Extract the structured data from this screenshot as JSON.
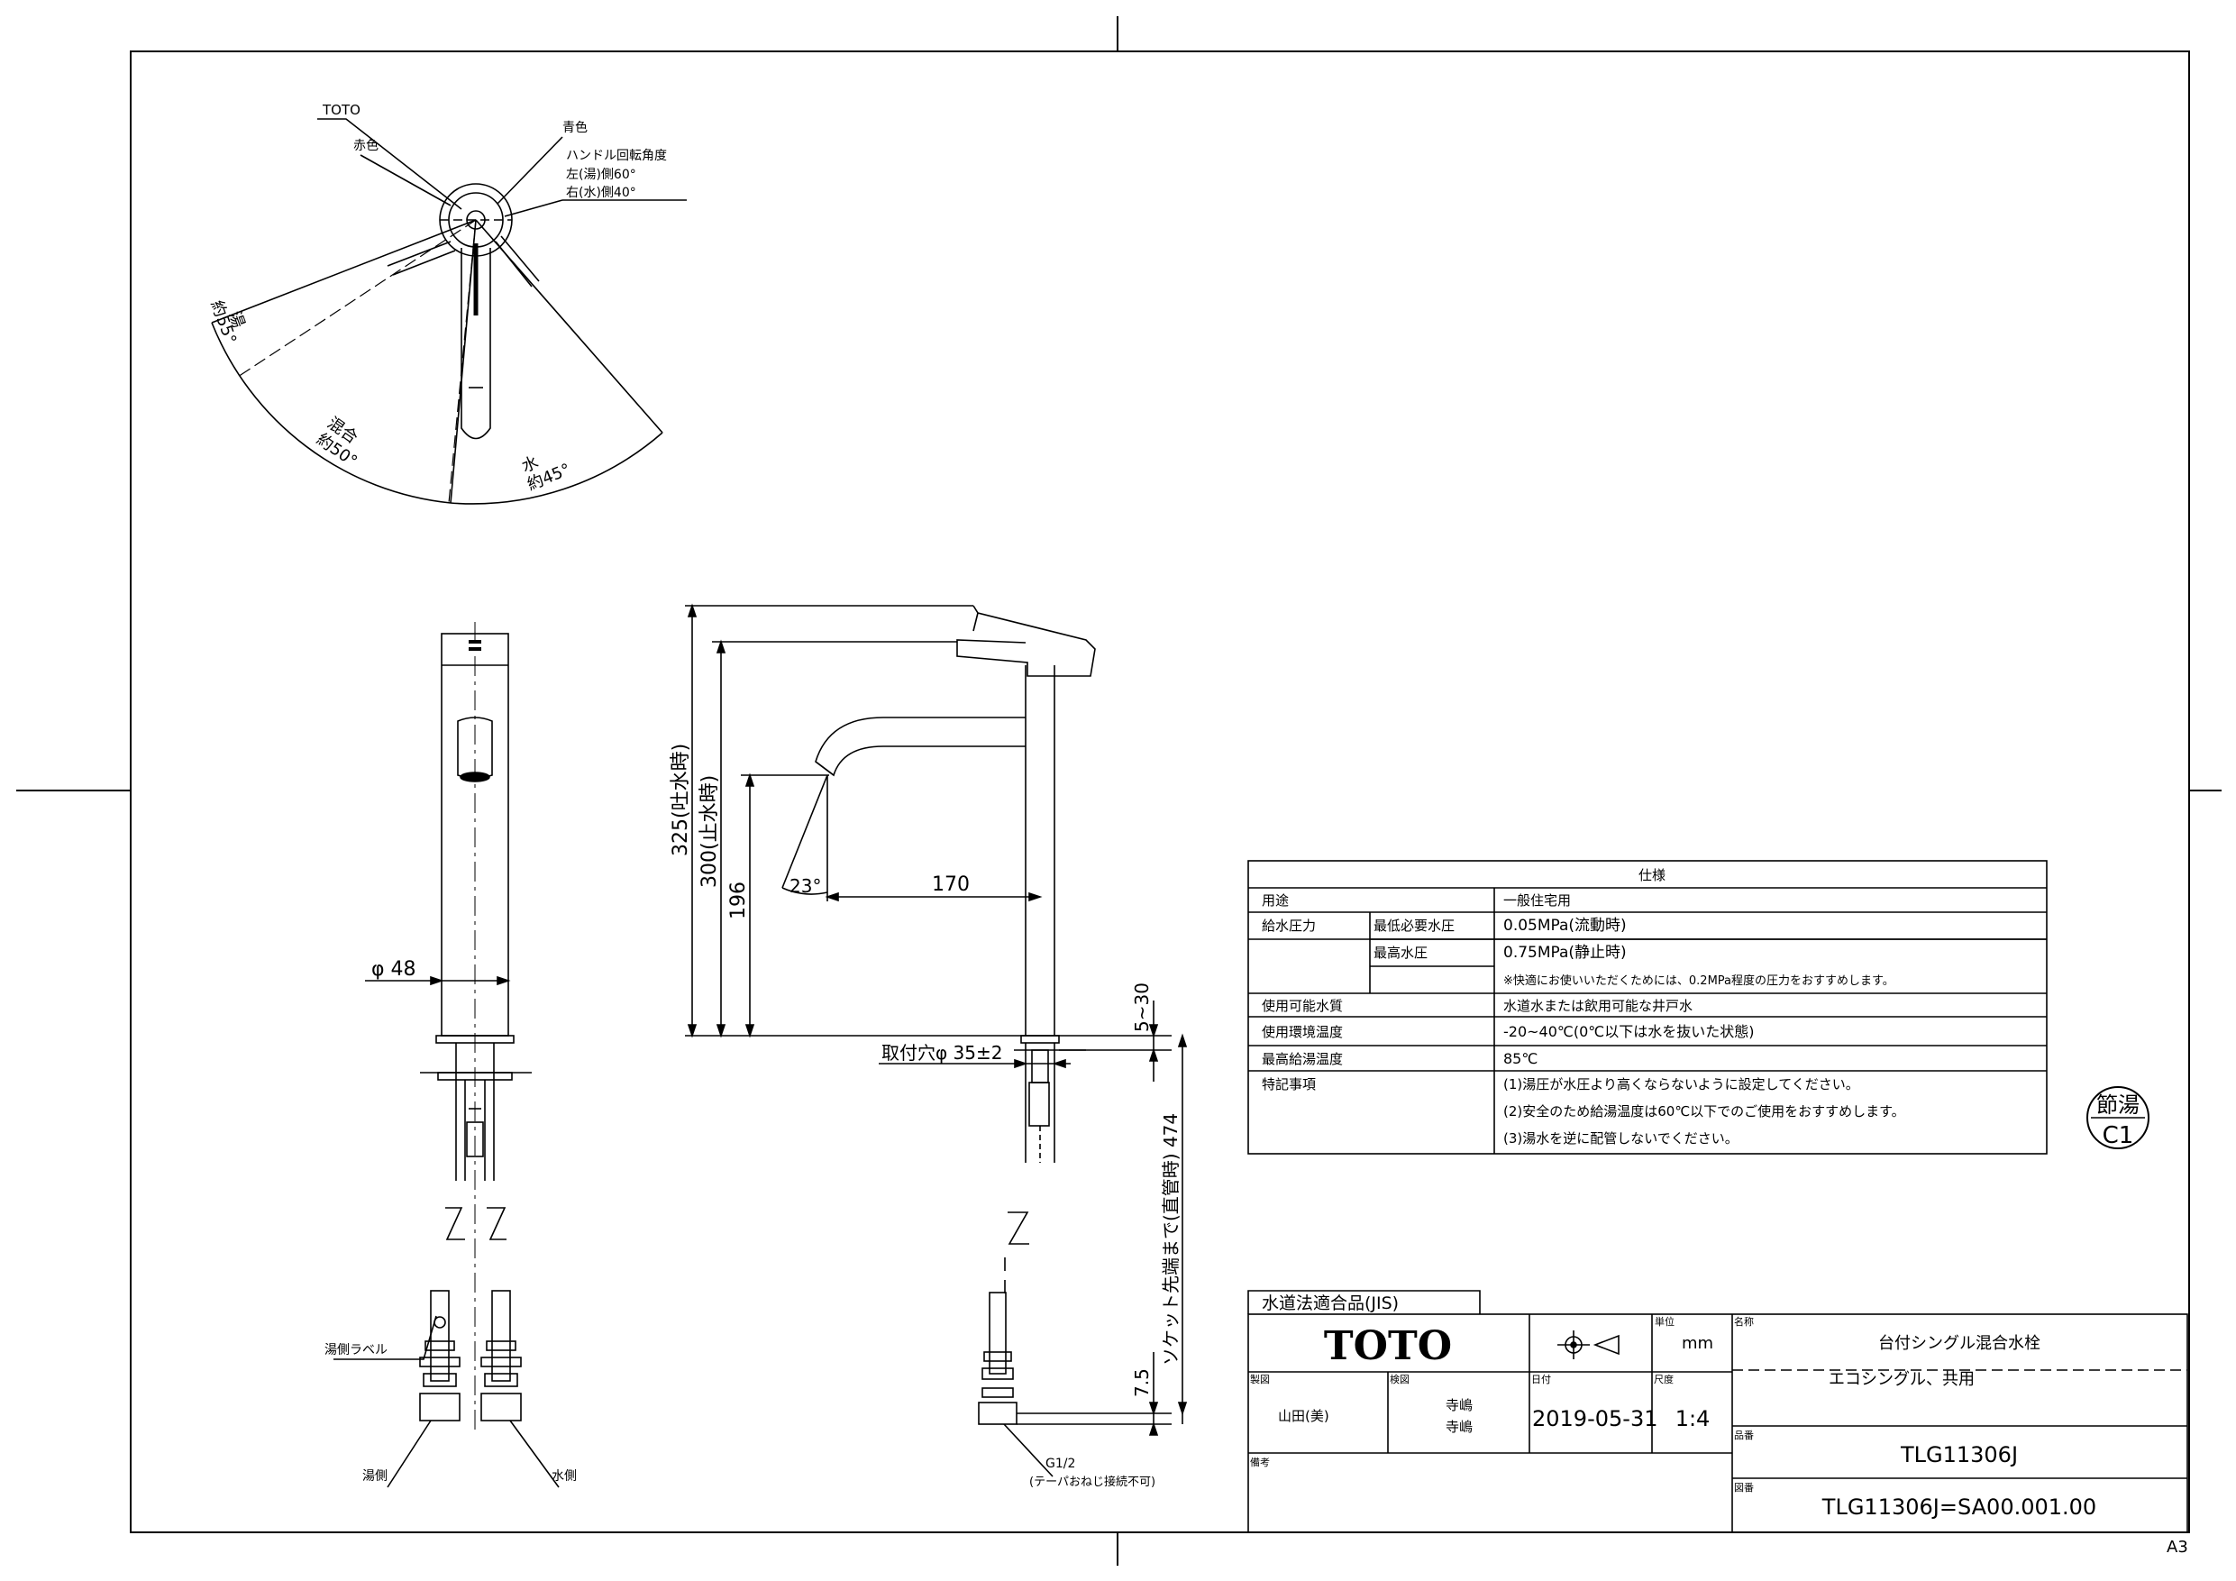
{
  "sheet": {
    "size": "A3"
  },
  "top_view": {
    "brand": "TOTO",
    "red": "赤色",
    "blue": "青色",
    "handle_angle_title": "ハンドル回転角度",
    "handle_left": "左(湯)側60°",
    "handle_right": "右(水)側40°",
    "hot_label": "湯",
    "hot_angle": "約55°",
    "mix_label": "混合",
    "mix_angle": "約50°",
    "cold_label": "水",
    "cold_angle": "約45°"
  },
  "front_view": {
    "diameter": "φ 48",
    "hot_label_tag": "湯側ラベル",
    "hot_side": "湯側",
    "cold_side": "水側"
  },
  "side_view": {
    "dim_325": "325(吐水時)",
    "dim_300": "300(止水時)",
    "dim_196": "196",
    "dim_23": "23°",
    "dim_170": "170",
    "dim_5_30": "5~30",
    "mounting_hole": "取付穴φ 35±2",
    "socket_length": "ソケット先端まで(直管時) 474",
    "dim_7_5": "7.5",
    "thread": "G1/2",
    "thread_note": "(テーパおねじ接続不可)"
  },
  "spec_table": {
    "title": "仕様",
    "rows": [
      {
        "label": "用途",
        "sub": "",
        "value": "一般住宅用"
      },
      {
        "label": "給水圧力",
        "sub": "最低必要水圧",
        "value": "0.05MPa(流動時)"
      },
      {
        "label": "",
        "sub": "最高水圧",
        "value": "0.75MPa(静止時)"
      },
      {
        "label": "",
        "sub": "",
        "value": "※快適にお使いいただくためには、0.2MPa程度の圧力をおすすめします。"
      },
      {
        "label": "使用可能水質",
        "sub": "",
        "value": "水道水または飲用可能な井戸水"
      },
      {
        "label": "使用環境温度",
        "sub": "",
        "value": "-20~40℃(0℃以下は水を抜いた状態)"
      },
      {
        "label": "最高給湯温度",
        "sub": "",
        "value": "85℃"
      },
      {
        "label": "特記事項",
        "sub": "",
        "value": "(1)湯圧が水圧より高くならないように設定してください。"
      },
      {
        "label": "",
        "sub": "",
        "value": "(2)安全のため給湯温度は60℃以下でのご使用をおすすめします。"
      },
      {
        "label": "",
        "sub": "",
        "value": "(3)湯水を逆に配管しないでください。"
      }
    ]
  },
  "badge": {
    "top": "節湯",
    "bottom": "C1"
  },
  "title_block": {
    "jis": "水道法適合品(JIS)",
    "logo": "TOTO",
    "unit_label": "単位",
    "unit": "mm",
    "name_label": "名称",
    "name_line1": "台付シングル混合水栓",
    "name_line2": "エコシングル、共用",
    "designer_label": "製図",
    "designer": "山田(美)",
    "checker_label": "検図",
    "checker1": "寺嶋",
    "checker2": "寺嶋",
    "date_label": "日付",
    "date": "2019-05-31",
    "scale_label": "尺度",
    "scale": "1:4",
    "model_label": "品番",
    "model": "TLG11306J",
    "note_label": "備考",
    "drawing_label": "図番",
    "drawing_no": "TLG11306J=SA00.001.00"
  }
}
